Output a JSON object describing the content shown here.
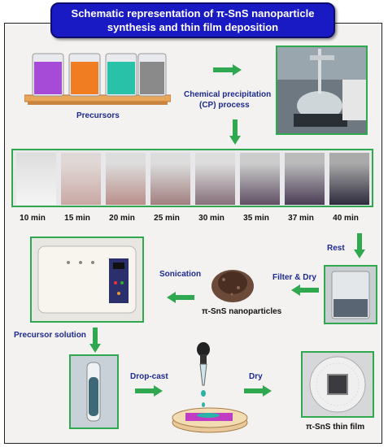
{
  "title": {
    "line1": "Schematic representation of π-SnS nanoparticle",
    "line2": "synthesis and thin film deposition"
  },
  "labels": {
    "precursors": "Precursors",
    "cp_line1": "Chemical precipitation",
    "cp_line2": "(CP) process",
    "rest": "Rest",
    "filter_dry": "Filter & Dry",
    "sonication": "Sonication",
    "nanoparticles": "π-SnS nanoparticles",
    "precursor_solution": "Precursor solution",
    "drop_cast": "Drop-cast",
    "dry": "Dry",
    "thin_film": "π-SnS thin film"
  },
  "time_steps": [
    "10 min",
    "15 min",
    "20 min",
    "25 min",
    "30 min",
    "35 min",
    "37 min",
    "40 min"
  ],
  "colors": {
    "title_bg": "#1a1ac4",
    "arrow_green": "#2fa84f",
    "label_blue": "#1c2a8f",
    "beaker_purple": "#a64ad8",
    "beaker_orange": "#f07d22",
    "beaker_teal": "#27c2a8",
    "beaker_gray": "#8a8a8a"
  }
}
